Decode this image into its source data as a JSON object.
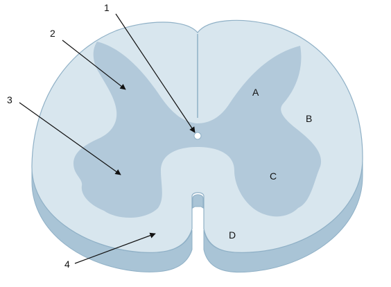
{
  "colors": {
    "white_matter": "#d8e6ee",
    "gray_matter": "#b2c9da",
    "edge": "#8fb0c6",
    "side": "#a9c4d6",
    "side_dark": "#97b3c7",
    "leader": "#111111"
  },
  "callouts": [
    {
      "number": "1",
      "target": "central-canal"
    },
    {
      "number": "2",
      "target": "posterior-gray-horn"
    },
    {
      "number": "3",
      "target": "anterior-gray-horn"
    },
    {
      "number": "4",
      "target": "anterior-white-matter"
    }
  ],
  "regions": [
    {
      "letter": "A"
    },
    {
      "letter": "B"
    },
    {
      "letter": "C"
    },
    {
      "letter": "D"
    }
  ]
}
